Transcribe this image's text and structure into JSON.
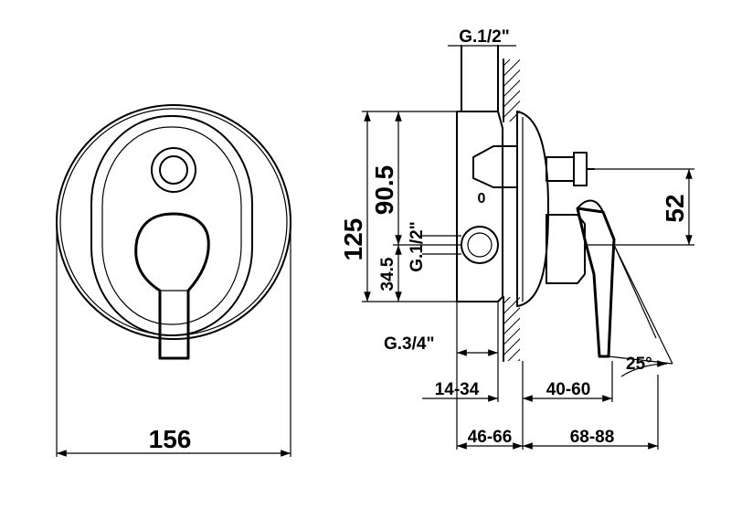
{
  "front_view": {
    "width_dim": "156"
  },
  "side_view": {
    "top_connection": "G.1/2\"",
    "left_connection": "G.1/2\"",
    "bottom_connection": "G.3/4\"",
    "dim_total_height": "125",
    "dim_upper_height": "90.5",
    "dim_lower_height": "34.5",
    "dim_right_height": "52",
    "dim_depth_body": "14-34",
    "dim_depth_cover": "40-60",
    "dim_depth_total_left": "46-66",
    "dim_depth_total_right": "68-88",
    "handle_angle": "25°",
    "mark_zero": "0"
  },
  "colors": {
    "line": "#000000",
    "background": "#ffffff"
  }
}
